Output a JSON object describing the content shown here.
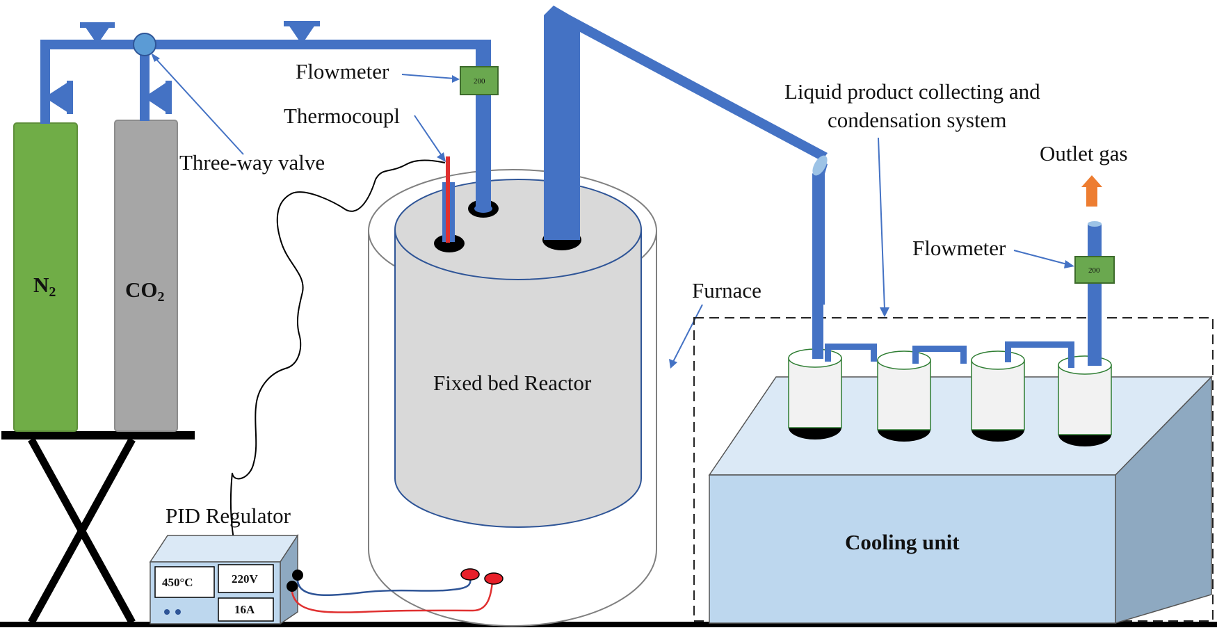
{
  "colors": {
    "pipe": "#4472c4",
    "n2_cylinder": "#70ad47",
    "co2_cylinder": "#a6a6a6",
    "flowmeter": "#6aa84f",
    "reactor": "#d9d9d9",
    "cooling_top": "#bdd7ee",
    "cooling_side": "#8ea9c1",
    "outlet_arrow": "#ed7d31",
    "thermocouple": "#e03030",
    "electrode": "#e8202a"
  },
  "labels": {
    "n2": "N",
    "n2_sub": "2",
    "co2": "CO",
    "co2_sub": "2",
    "three_way_valve": "Three-way valve",
    "flowmeter_inlet": "Flowmeter",
    "thermocouple": "Thermocoupl",
    "reactor": "Fixed bed Reactor",
    "furnace": "Furnace",
    "pid_regulator": "PID Regulator",
    "liquid_collect_line1": "Liquid product collecting and",
    "liquid_collect_line2": "condensation system",
    "outlet_gas": "Outlet gas",
    "flowmeter_outlet": "Flowmeter",
    "cooling_unit": "Cooling unit"
  },
  "flowmeter_readout_inlet": "200",
  "flowmeter_readout_outlet": "200",
  "pid_panel": {
    "temperature": "450°C",
    "voltage": "220V",
    "current": "16A"
  },
  "icons": {
    "valve": "valve-icon",
    "three_way": "three-way-valve-icon",
    "outlet": "arrow-up-icon"
  }
}
